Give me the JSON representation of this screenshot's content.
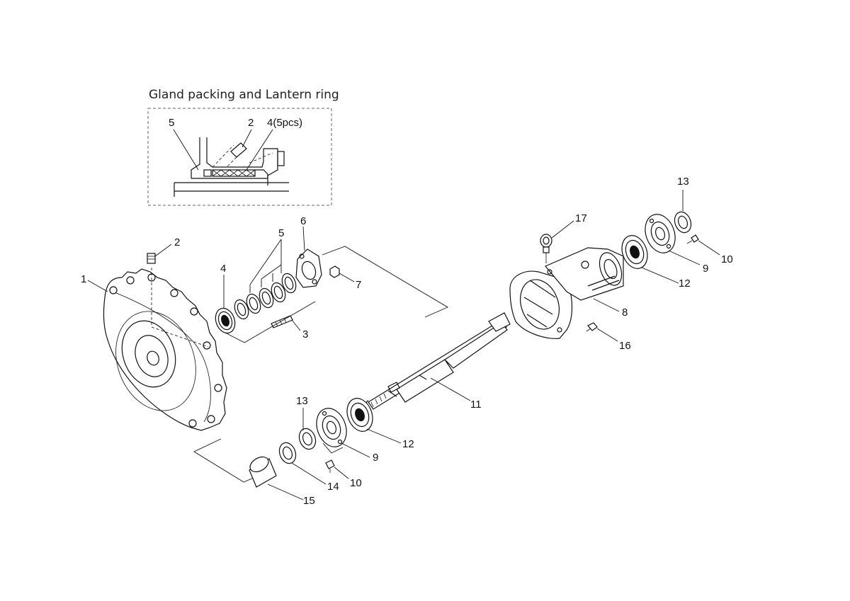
{
  "inset": {
    "title": "Gland packing and Lantern ring",
    "labels": {
      "gland": "5",
      "lantern": "2",
      "packing": "4(5pcs)"
    }
  },
  "callouts": {
    "c1": "1",
    "c2": "2",
    "c3": "3",
    "c4": "4",
    "c5": "5",
    "c6": "6",
    "c7": "7",
    "c8": "8",
    "c9a": "9",
    "c9b": "9",
    "c10a": "10",
    "c10b": "10",
    "c11": "11",
    "c12a": "12",
    "c12b": "12",
    "c13a": "13",
    "c13b": "13",
    "c14": "14",
    "c15": "15",
    "c16": "16",
    "c17": "17"
  },
  "colors": {
    "ink": "#111111",
    "background": "#ffffff",
    "inset_frame": "#666666"
  }
}
